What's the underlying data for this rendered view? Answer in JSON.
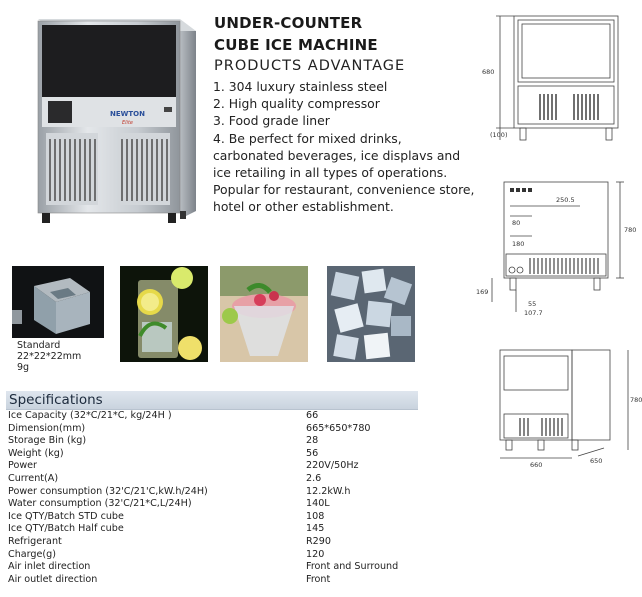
{
  "brand": {
    "logo_text": "NEWTON",
    "logo_sub": "Elite"
  },
  "heading": {
    "line1": "UNDER-COUNTER",
    "line2": "CUBE ICE MACHINE"
  },
  "advantages": {
    "heading": "PRODUCTS ADVANTAGE",
    "lines": [
      "1. 304 luxury stainless steel",
      "2. High quality compressor",
      "3. Food grade liner",
      "4. Be perfect for mixed drinks,",
      "carbonated beverages, ice displavs and",
      "ice retailing in all types of operations.",
      "Popular for restaurant, convenience store,",
      "hotel or other establishment."
    ]
  },
  "cube_caption": {
    "line1": "Standard",
    "line2": "22*22*22mm",
    "line3": "9g"
  },
  "specifications": {
    "title": "Specifications",
    "rows": [
      {
        "label": "Ice Capacity (32*C/21*C, kg/24H )",
        "value": "66"
      },
      {
        "label": "Dimension(mm)",
        "value": "665*650*780"
      },
      {
        "label": "Storage Bin (kg)",
        "value": "28"
      },
      {
        "label": "Weight (kg)",
        "value": "56"
      },
      {
        "label": "Power",
        "value": "220V/50Hz"
      },
      {
        "label": "Current(A)",
        "value": "2.6"
      },
      {
        "label": "Power consumption (32'C/21'C,kW.h/24H)",
        "value": "12.2kW.h"
      },
      {
        "label": "Water consumption (32'C/21*C,L/24H)",
        "value": "140L"
      },
      {
        "label": "Ice QTY/Batch STD cube",
        "value": "108"
      },
      {
        "label": "Ice QTY/Batch Half cube",
        "value": "145"
      },
      {
        "label": "Refrigerant",
        "value": "R290"
      },
      {
        "label": "Charge(g)",
        "value": "120"
      },
      {
        "label": "Air inlet direction",
        "value": "Front and Surround"
      },
      {
        "label": "Air outlet direction",
        "value": "Front"
      }
    ]
  },
  "drawings": {
    "front": {
      "height": "680",
      "leg": "(100)"
    },
    "back": {
      "d1": "250.5",
      "d2": "80",
      "d3": "180",
      "height": "780",
      "d4": "169",
      "d5": "55",
      "d6": "107.7"
    },
    "side": {
      "height": "780",
      "width": "660",
      "depth": "650"
    }
  }
}
